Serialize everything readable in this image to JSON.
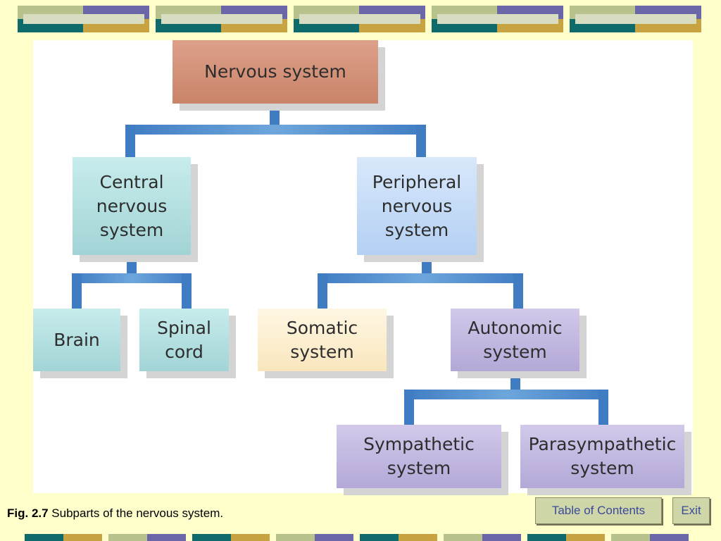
{
  "colors": {
    "page_bg": "#ffffcc",
    "connector": "#3f7cc2",
    "deco_teal": "#0f6b6b",
    "deco_purple": "#6a66a8",
    "deco_sage": "#b8c28c",
    "deco_gold": "#c7a342"
  },
  "diagram": {
    "root": "Nervous system",
    "central": "Central\nnervous\nsystem",
    "peripheral": "Peripheral\nnervous\nsystem",
    "brain": "Brain",
    "spinal_cord": "Spinal\ncord",
    "somatic": "Somatic\nsystem",
    "autonomic": "Autonomic\nsystem",
    "sympathetic": "Sympathetic\nsystem",
    "parasympathetic": "Parasympathetic\nsystem"
  },
  "caption": {
    "label": "Fig. 2.7",
    "text": " Subparts of the nervous system."
  },
  "nav": {
    "toc_label": "Table of Contents",
    "exit_label": "Exit"
  }
}
